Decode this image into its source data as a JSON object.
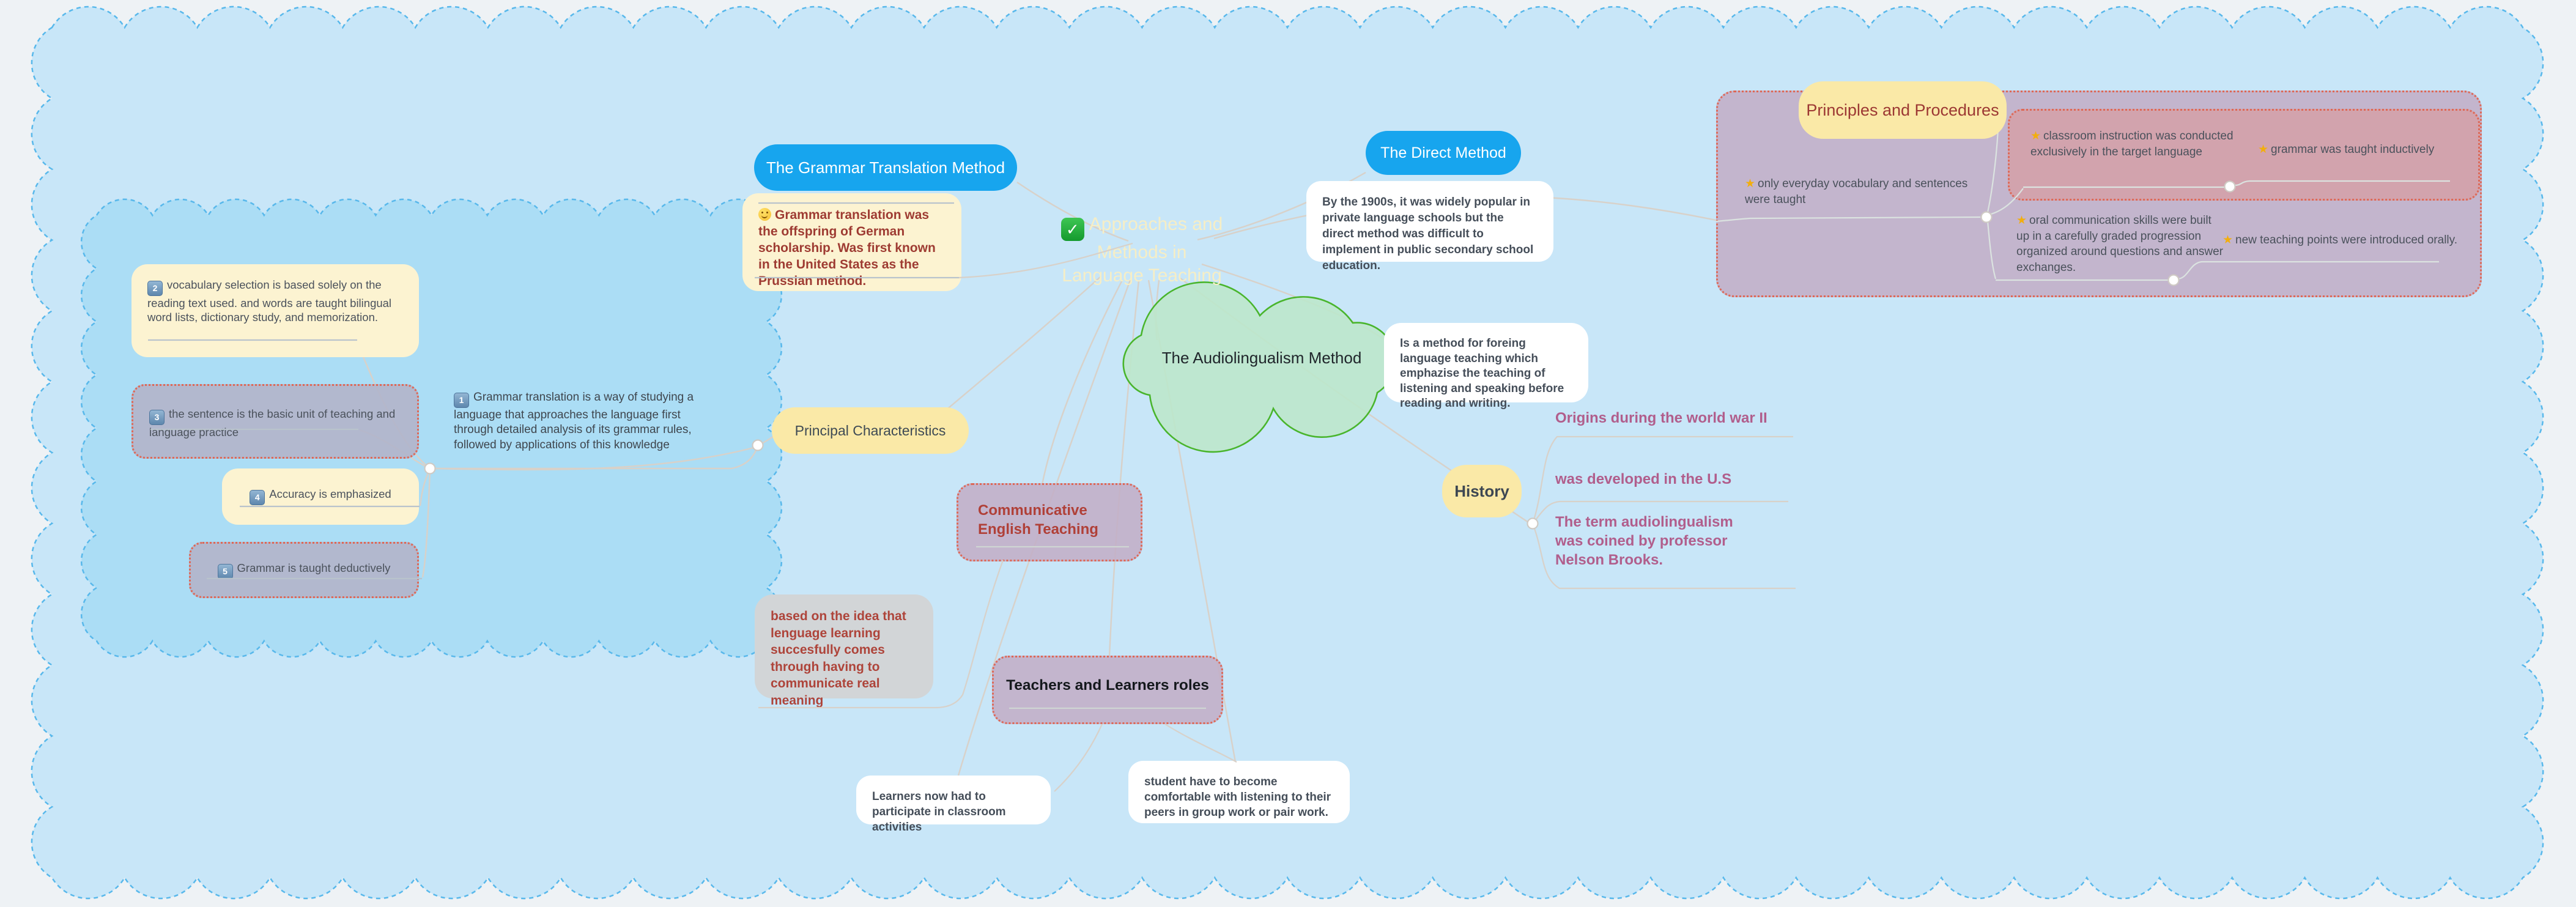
{
  "colors": {
    "page_bg": "#eef2f5",
    "outer_cloud_fill": "#c8e6f8",
    "cloud_stroke": "#58b8eb",
    "inner_cloud_fill": "#abddf5",
    "green_cloud_fill": "#bce7cb",
    "green_cloud_stroke": "#49b52c",
    "blue_bubble": "#17a5ee",
    "yellow_bubble": "#fae9a7",
    "dotted_border": "#dd6856",
    "connector_line": "#d8d1c9",
    "history_text": "#b15e8c",
    "red_text": "#9e3b32"
  },
  "center": {
    "icon": "check-mark-button-icon",
    "label": "Approaches and Methods in Language Teaching",
    "label_lines": [
      "Approaches and",
      "Methods in",
      "Language Teaching"
    ]
  },
  "grammar_translation": {
    "title": "The Grammar Translation Method",
    "origin_note_icon": "slightly-smiling-face-icon",
    "origin_note": "Grammar translation was the offspring of German scholarship. Was first known in the United States as the Prussian method.",
    "definition": {
      "num": "1",
      "text": "Grammar translation is a way of studying a language that approaches the language first through detailed analysis of its grammar rules, followed by applications of this knowledge"
    },
    "principal_label": "Principal Characteristics",
    "characteristics": [
      {
        "num": "2",
        "text": "vocabulary selection is based solely on the reading text used. and words are taught bilingual word lists, dictionary study, and memorization."
      },
      {
        "num": "3",
        "text": "the sentence is the basic unit of teaching and language practice"
      },
      {
        "num": "4",
        "text": "Accuracy is emphasized"
      },
      {
        "num": "5",
        "text": "Grammar is taught deductively"
      }
    ]
  },
  "direct_method": {
    "title": "The Direct Method",
    "note": "By the 1900s, it was widely popular in private language schools  but the direct method was difficult to implement in public secondary school education.",
    "principles": {
      "title": "Principles and Procedures",
      "item_icon": "star-icon",
      "items": [
        {
          "text": "only everyday vocabulary and sentences were taught"
        },
        {
          "text": "classroom instruction was conducted exclusively in the target language"
        },
        {
          "text": "grammar was taught inductively"
        },
        {
          "text": "oral communication skills were built up in a carefully graded progression organized around questions and answer exchanges."
        },
        {
          "text": "new teaching points were introduced orally."
        }
      ]
    }
  },
  "audiolingualism": {
    "title": "The Audiolingualism Method",
    "note": "Is a method for foreing language teaching which emphazise the teaching of listening and speaking before reading and writing.",
    "history": {
      "label": "History",
      "items": [
        {
          "text": "Origins during the world war II"
        },
        {
          "text": "was developed in the U.S"
        },
        {
          "text": "The term audiolingualism was coined by professor Nelson Brooks."
        }
      ]
    }
  },
  "communicative_teaching": {
    "title": "Communicative English Teaching",
    "note": "based on the idea that lenguage learning succesfully comes through having to communicate real meaning"
  },
  "roles": {
    "title": "Teachers and Learners roles",
    "learners_note": "Learners now had to participate in classroom activities",
    "students_note": "student have to become comfortable with listening to their peers in group work or pair work."
  }
}
